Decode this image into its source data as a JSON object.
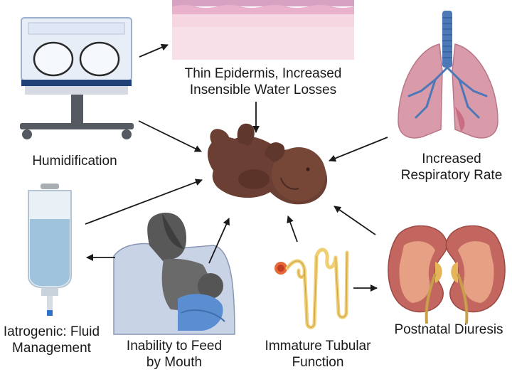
{
  "labels": {
    "epidermis": [
      "Thin Epidermis, Increased",
      "Insensible Water Losses"
    ],
    "humidification": "Humidification",
    "respiratory": [
      "Increased",
      "Respiratory Rate"
    ],
    "iatrogenic": [
      "Iatrogenic: Fluid",
      "Management"
    ],
    "feed": [
      "Inability to Feed",
      "by Mouth"
    ],
    "tubular": [
      "Immature Tubular",
      "Function"
    ],
    "diuresis": "Postnatal Diuresis"
  },
  "icons": [
    "incubator-icon",
    "skin-layer-icon",
    "lungs-icon",
    "infant-icon",
    "iv-bag-icon",
    "breastfeeding-icon",
    "nephron-icon",
    "kidneys-icon"
  ],
  "colors": {
    "arrow": "#1a1a1a",
    "skin": "#f6c8d8",
    "lungs": "#d99aa9",
    "trachea": "#4c78b8",
    "infant": "#6b3f33",
    "iv_fluid": "#9fc3dd",
    "kidney": "#c2665f",
    "kidney_medulla": "#e5b55a",
    "incubator_base": "#1f3f77",
    "shirt": "#5b8ed0"
  }
}
